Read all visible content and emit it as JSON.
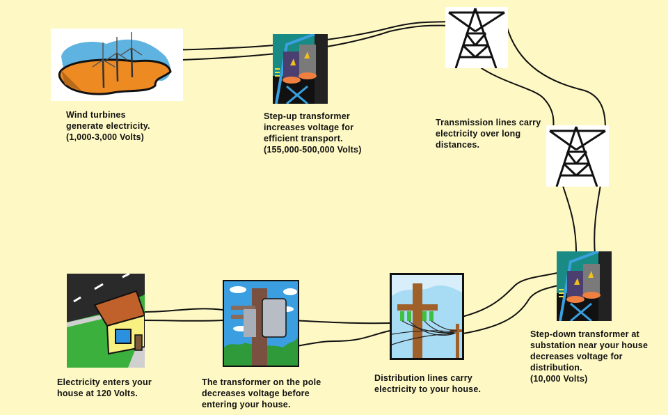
{
  "diagram": {
    "title": "Electricity from wind to your house",
    "steps": [
      {
        "id": "wind",
        "caption": "Wind turbines\ngenerate electricity.\n(1,000-3,000  Volts)",
        "icon": "wind-turbine-icon"
      },
      {
        "id": "stepup",
        "caption": "Step-up transformer\nincreases voltage for\nefficient transport.\n(155,000-500,000  Volts)",
        "icon": "transformer-icon"
      },
      {
        "id": "transmission",
        "caption": "Transmission lines carry\nelectricity over long\ndistances.",
        "icon": "transmission-tower-icon"
      },
      {
        "id": "stepdown",
        "caption": "Step-down transformer at\nsubstation near your house\ndecreases voltage for\ndistribution.\n(10,000 Volts)",
        "icon": "substation-icon"
      },
      {
        "id": "distribution",
        "caption": "Distribution lines carry\nelectricity to your house.",
        "icon": "utility-pole-icon"
      },
      {
        "id": "pole",
        "caption": "The transformer  on the pole\ndecreases voltage before\nentering your house.",
        "icon": "pole-transformer-icon"
      },
      {
        "id": "house",
        "caption": "Electricity enters your\nhouse at 120 Volts.",
        "icon": "house-icon"
      }
    ],
    "colors": {
      "background": "#fdf8c4",
      "wire": "#111111"
    }
  }
}
